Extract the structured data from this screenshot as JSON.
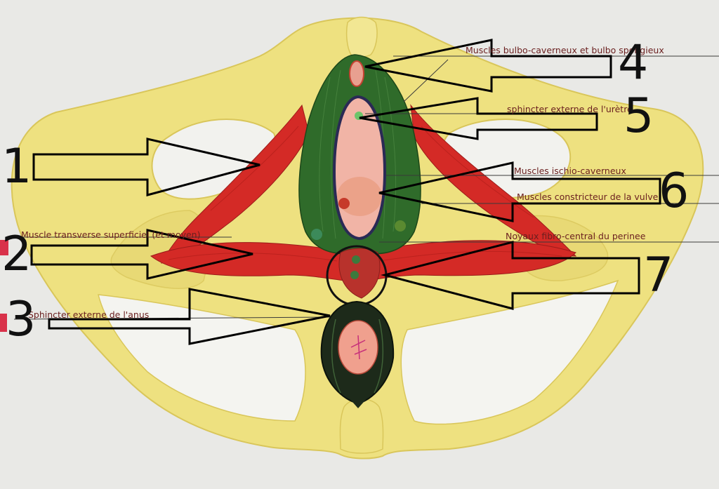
{
  "labels": {
    "l4": "Muscles bulbo-caverneux et bulbo spongieux",
    "l5": "sphincter externe de l'urètre",
    "l6a": "Muscles ischio-caverneux",
    "l6b": "Muscles constricteur de la vulve",
    "l2": "Muscle transverse superficiel (et moyen)",
    "l7": "Noyaux fibro-central du perinee",
    "l3": "Sphincter externe de l'anus"
  },
  "numbers": {
    "n1": "1",
    "n2": "2",
    "n3": "3",
    "n4": "4",
    "n5": "5",
    "n6": "6",
    "n7": "7"
  },
  "colors": {
    "bone": "#eee180",
    "bone_stroke": "#d9c65a",
    "muscle_red": "#d42a26",
    "muscle_green": "#2f6b2a",
    "anus_black": "#1d2a1a",
    "pink": "#f1b4a6",
    "background": "#e9e9e6"
  }
}
